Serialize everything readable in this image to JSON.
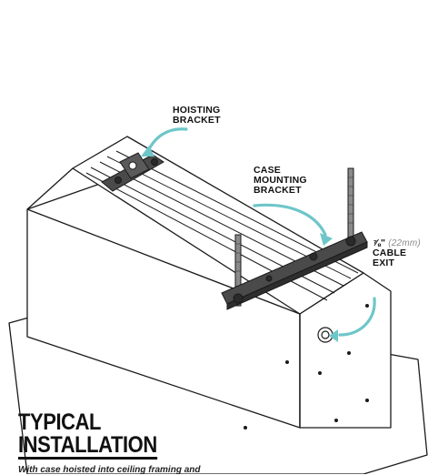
{
  "labels": {
    "hoisting_bracket": [
      "HOISTING",
      "BRACKET"
    ],
    "case_mounting_bracket": [
      "CASE",
      "MOUNTING",
      "BRACKET"
    ],
    "cable_exit": {
      "size": "⅞\"",
      "metric": "(22mm)",
      "lines": [
        "CABLE",
        "EXIT"
      ]
    }
  },
  "title": {
    "line1": "TYPICAL",
    "line2": "INSTALLATION"
  },
  "caption": "With case hoisted into ceiling framing and",
  "colors": {
    "accent": "#6ec6c9",
    "bracket": "#4a4a4a",
    "line": "#1a1a1a",
    "body": "#ffffff"
  }
}
